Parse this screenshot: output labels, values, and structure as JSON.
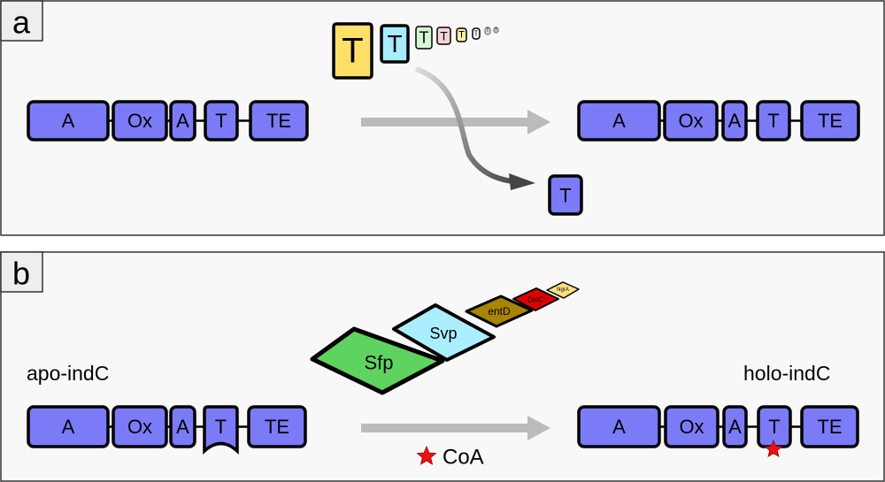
{
  "panels": {
    "a": {
      "label": "a",
      "left_domains": [
        "A",
        "Ox",
        "A",
        "T",
        "TE"
      ],
      "right_domains": [
        "A",
        "Ox",
        "A",
        "T",
        "TE"
      ],
      "released_domain": "T",
      "t_variants": [
        "T",
        "T",
        "T",
        "T",
        "T",
        "T",
        "T",
        "T"
      ]
    },
    "b": {
      "label": "b",
      "apo_label": "apo-indC",
      "holo_label": "holo-indC",
      "left_domains": [
        "A",
        "Ox",
        "A",
        "T",
        "TE"
      ],
      "right_domains": [
        "A",
        "Ox",
        "A",
        "T",
        "TE"
      ],
      "enzymes": [
        "Sfp",
        "Svp",
        "entD",
        "DelC",
        "NgrA"
      ],
      "cofactor": "CoA"
    }
  },
  "colors": {
    "domain": "#7b7bf7",
    "swapped_t": "#a8ecff",
    "t_variants": [
      "#ffdf66",
      "#a8ecff",
      "#d6f5d6",
      "#f5d6d6",
      "#fff0a0",
      "#ffffff",
      "#dddddd",
      "#dddddd"
    ],
    "enzymes": [
      "#5fd35f",
      "#aaeeff",
      "#a88400",
      "#dd0000",
      "#ffe080"
    ],
    "star": "#ee1111"
  }
}
